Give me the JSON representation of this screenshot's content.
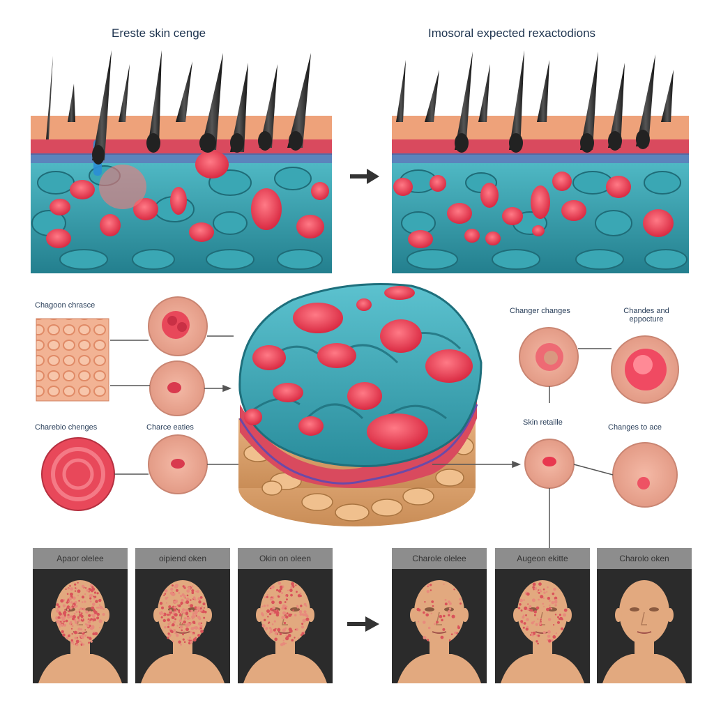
{
  "titles": {
    "left": "Ereste skin cenge",
    "right": "Imosoral expected rexactodions"
  },
  "callouts": {
    "left_top": "Chagoon chrasce",
    "left_bottom_1": "Charebio chenges",
    "left_bottom_2": "Charce eaties",
    "right_top_1": "Changer changes",
    "right_top_2_line1": "Chandes and",
    "right_top_2_line2": "eppocture",
    "right_mid_1": "Skin retaille",
    "right_mid_2": "Changes to ace"
  },
  "panels": [
    {
      "label": "Apaor olelee",
      "texture": 1.0
    },
    {
      "label": "oipiend oken",
      "texture": 0.9
    },
    {
      "label": "Okin on oleen",
      "texture": 0.6
    },
    {
      "label": "Charole olelee",
      "texture": 0.2
    },
    {
      "label": "Augeon ekitte",
      "texture": 0.45
    },
    {
      "label": "Charolo oken",
      "texture": 0.0
    }
  ],
  "colors": {
    "epidermis": "#e89a6a",
    "dermis_band": "#d94a5e",
    "tissue": "#2f9aa8",
    "lesion": "#e8384f",
    "skin_tone": "#e2a97f",
    "header_gray": "#8d8d8d",
    "panel_bg": "#2b2b2b"
  }
}
